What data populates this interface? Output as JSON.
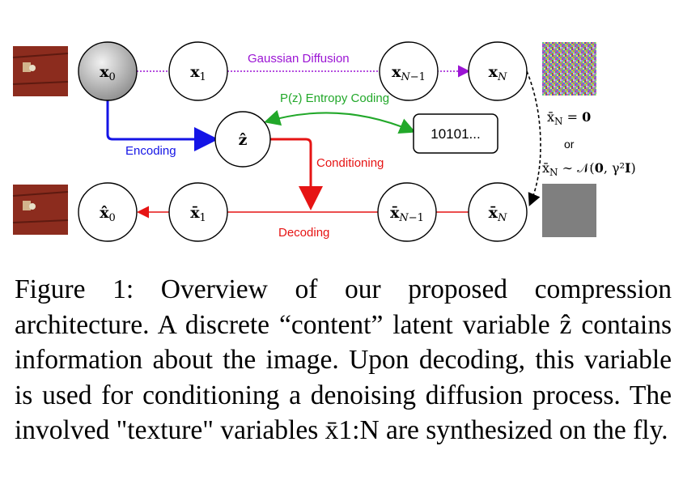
{
  "diagram": {
    "nodes": {
      "x0": "x₀",
      "x1": "x₁",
      "xN1": "x_{N−1}",
      "xN": "x_N",
      "zhat": "ẑ",
      "xhat0": "x̂₀",
      "xbar1": "x̄₁",
      "xbarN1": "x̄_{N−1}",
      "xbarN": "x̄_N"
    },
    "labels": {
      "gaussian_diffusion": "Gaussian Diffusion",
      "entropy_coding": "P(z) Entropy Coding",
      "encoding": "Encoding",
      "conditioning": "Conditioning",
      "decoding": "Decoding",
      "bitstring": "10101...",
      "prior_a": "x̄_N = 0",
      "or": "or",
      "prior_b": "x̄_N ∼ 𝒩(0, γ²I)"
    },
    "colors": {
      "diffusion": "#9b14d4",
      "entropy": "#22a82a",
      "encoding": "#1414e6",
      "conditioning": "#e61414",
      "decoding": "#e61414",
      "noise_gray": "#7f7f7f"
    }
  },
  "caption": {
    "figure_label": "Figure 1:",
    "text": "Overview of our proposed compression architecture. A discrete “content” latent variable ẑ contains information about the image. Upon decoding, this variable is used for conditioning a denoising diffusion process. The involved \"texture\" variables x̄1:N are synthesized on the fly."
  }
}
